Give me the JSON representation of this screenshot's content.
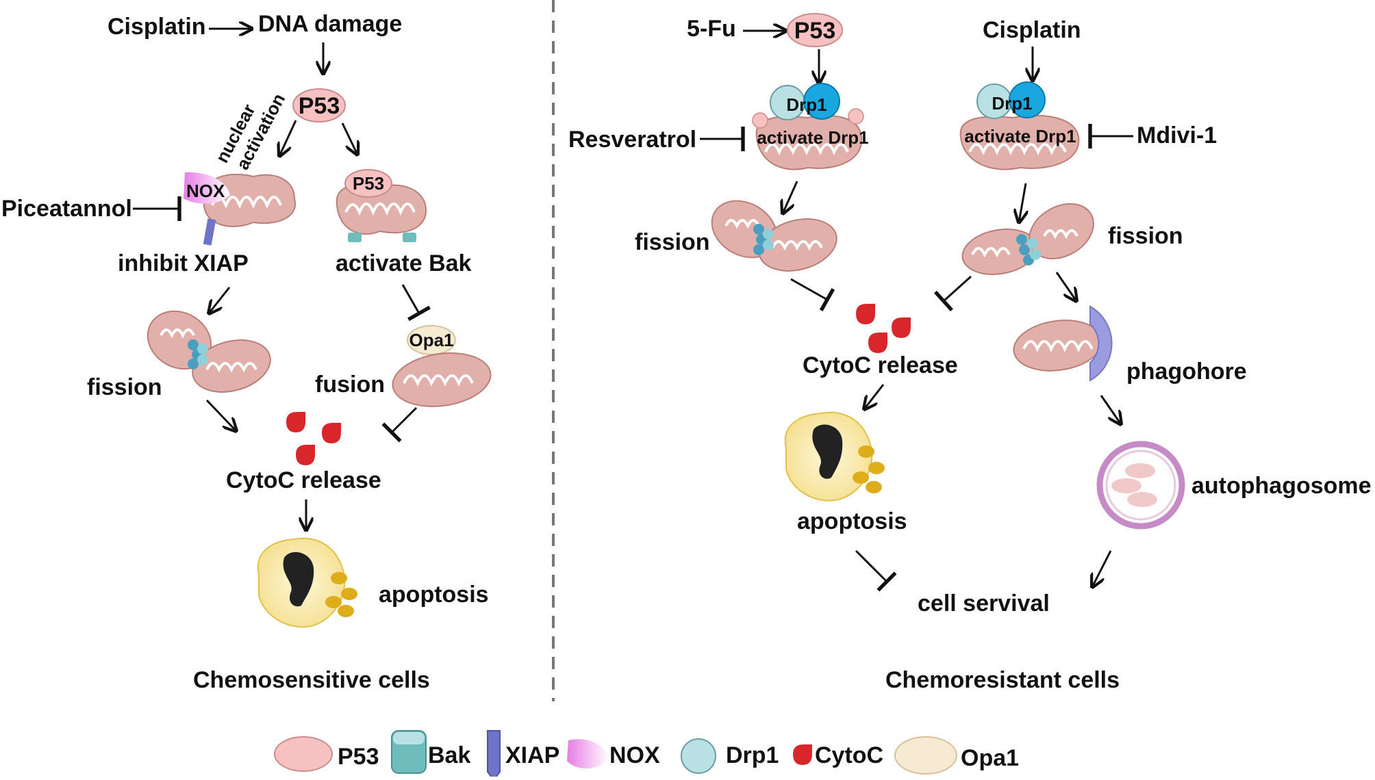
{
  "left": {
    "cisplatin": "Cisplatin",
    "dna_damage": "DNA damage",
    "p53": "P53",
    "nuclear": "nuclear",
    "activation": "activation",
    "nox": "NOX",
    "piceatannol": "Piceatannol",
    "p53_small": "P53",
    "inhibit_xiap": "inhibit XIAP",
    "activate_bak": "activate Bak",
    "opa1": "Opa1",
    "fission": "fission",
    "fusion": "fusion",
    "cytoc_release": "CytoC release",
    "apoptosis": "apoptosis",
    "caption": "Chemosensitive cells"
  },
  "right": {
    "fu": "5-Fu",
    "p53": "P53",
    "cisplatin": "Cisplatin",
    "drp1_a": "Drp1",
    "drp1_b": "Drp1",
    "activate_drp1_a": "activate Drp1",
    "activate_drp1_b": "activate Drp1",
    "resveratrol": "Resveratrol",
    "mdivi": "Mdivi-1",
    "fission_a": "fission",
    "fission_b": "fission",
    "cytoc_release": "CytoC release",
    "phagohore": "phagohore",
    "apoptosis": "apoptosis",
    "autophagosome": "autophagosome",
    "cell_servival": "cell servival",
    "caption": "Chemoresistant cells"
  },
  "legend": {
    "p53": "P53",
    "bak": "Bak",
    "xiap": "XIAP",
    "nox": "NOX",
    "drp1": "Drp1",
    "cytoc": "CytoC",
    "opa1": "Opa1"
  },
  "colors": {
    "p53": "#f8c1c1",
    "mito": "#e2b0aa",
    "drp1_light": "#b9e1e4",
    "drp1_dark": "#1aa6df",
    "cytoc": "#d9262b",
    "opa1": "#f6ead3",
    "bak": "#6fbcbc",
    "xiap": "#6f74c9",
    "phagophore": "#9b9be0",
    "cell": "#f8e39a"
  }
}
